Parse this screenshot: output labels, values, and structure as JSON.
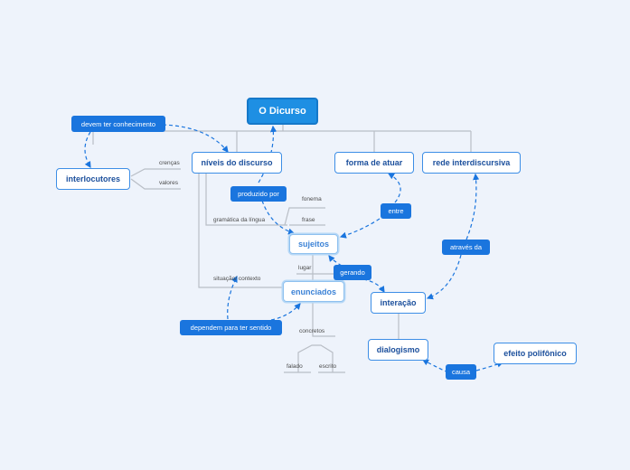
{
  "map": {
    "root": "O Dicurso",
    "nodes": {
      "niveis": "níveis do discurso",
      "forma": "forma de atuar",
      "rede": "rede interdiscursiva",
      "interlocutores": "interlocutores",
      "sujeitos": "sujeitos",
      "enunciados": "enunciados",
      "interacao": "interação",
      "dialogismo": "dialogismo",
      "efeito": "efeito polifônico"
    },
    "relations": {
      "devem": "devem ter conhecimento",
      "produzido": "produzido por",
      "entre": "entre",
      "atraves": "através da",
      "gerando": "gerando",
      "dependem": "dependem para ter sentido",
      "causa": "causa"
    },
    "labels": {
      "crencas": "crenças",
      "valores": "valores",
      "fonema": "fonema",
      "frase": "frase",
      "gramatica": "gramática da língua",
      "lugar": "lugar",
      "situacao": "situação/ contexto",
      "concretos": "concretos",
      "falado": "falado",
      "escrito": "escrito"
    }
  }
}
